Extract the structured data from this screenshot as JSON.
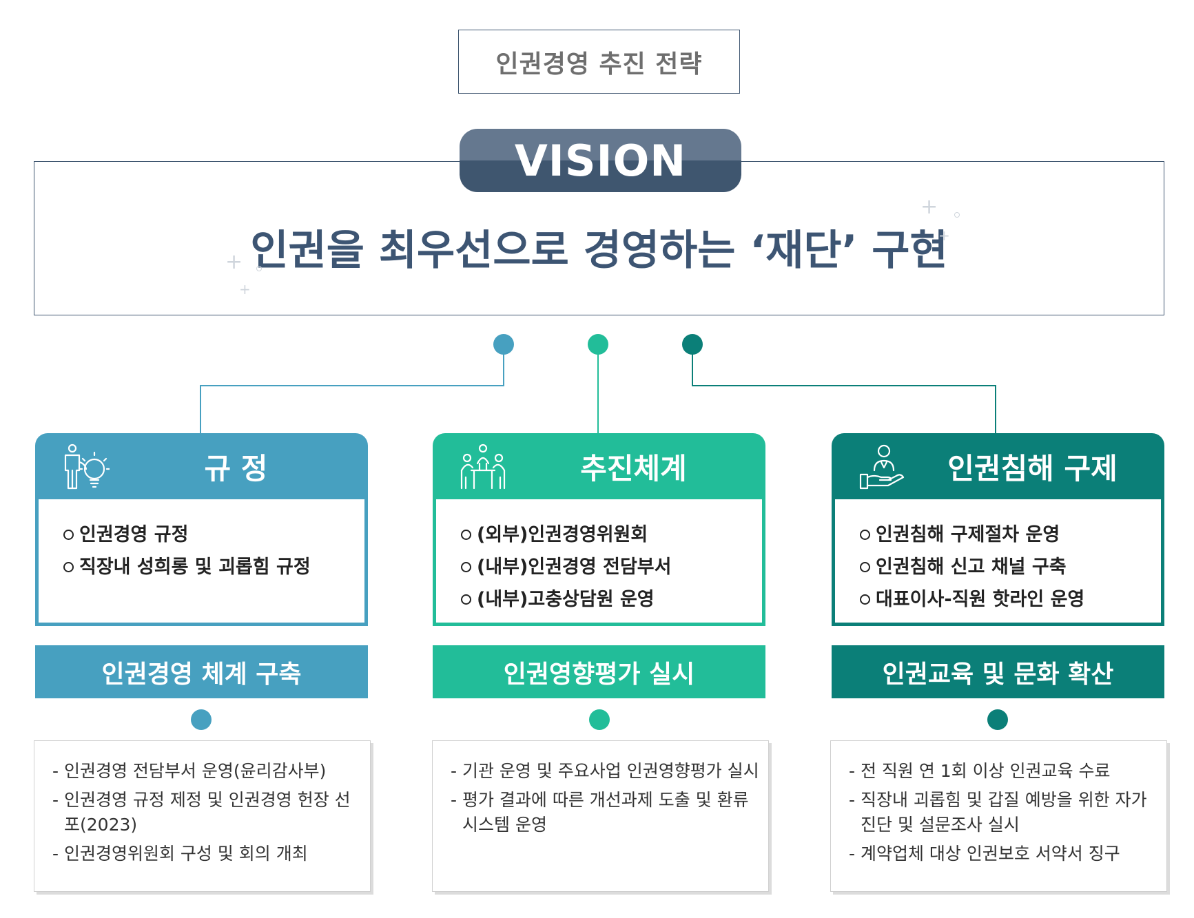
{
  "header": {
    "title": "인권경영 추진 전략"
  },
  "vision": {
    "badge": "VISION",
    "statement": "인권을 최우선으로 경영하는 ‘재단’ 구현"
  },
  "colors": {
    "blue": "#47a0c0",
    "green": "#22bd99",
    "teal": "#0b7f78",
    "navy": "#3f566f"
  },
  "pillars": [
    {
      "icon": "person-lightbulb-icon",
      "title": "규 정",
      "items": [
        "인권경영 규정",
        "직장내 성희롱 및 괴롭힘 규정"
      ],
      "band": "인권경영 체계 구축",
      "details": [
        "- 인권경영 전담부서 운영(윤리감사부)",
        "- 인권경영 규정 제정 및 인권경영 헌장 선포(2023)",
        "- 인권경영위원회 구성 및 회의 개최"
      ]
    },
    {
      "icon": "meeting-people-icon",
      "title": "추진체계",
      "items": [
        "(외부)인권경영위원회",
        "(내부)인권경영 전담부서",
        "(내부)고충상담원 운영"
      ],
      "band": "인권영향평가 실시",
      "details": [
        "- 기관 운영 및 주요사업 인권영향평가 실시",
        "- 평가 결과에 따른 개선과제 도출 및 환류 시스템 운영"
      ]
    },
    {
      "icon": "person-hand-care-icon",
      "title": "인권침해 구제",
      "items": [
        "인권침해 구제절차 운영",
        "인권침해 신고 채널 구축",
        "대표이사-직원 핫라인 운영"
      ],
      "band": "인권교육 및 문화 확산",
      "details": [
        "- 전 직원 연 1회 이상 인권교육 수료",
        "- 직장내 괴롭힘 및 갑질 예방을 위한 자가진단 및 설문조사 실시",
        "- 계약업체 대상 인권보호 서약서 징구"
      ]
    }
  ]
}
